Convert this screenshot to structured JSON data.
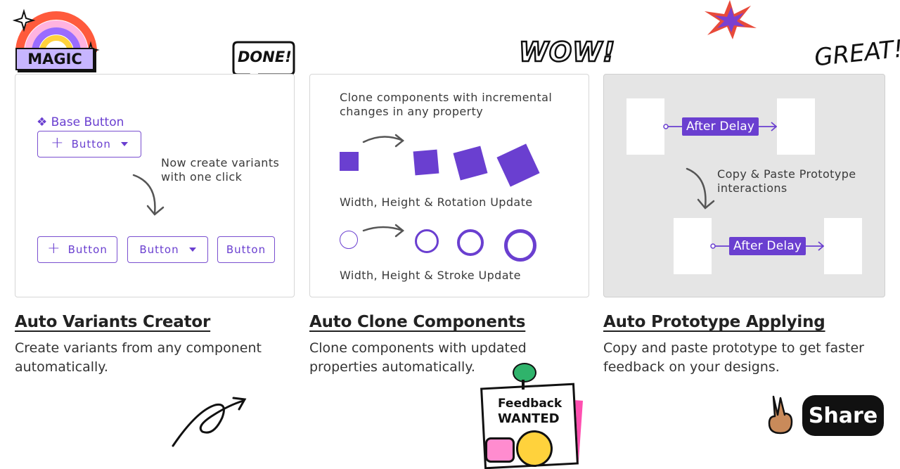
{
  "stickers": {
    "magic": "MAGIC",
    "done": "DONE!",
    "wow": "WOW!",
    "great": "GREAT!",
    "feedback_line1": "Feedback",
    "feedback_line2": "WANTED",
    "share": "Share"
  },
  "card1": {
    "base_label": "❖ Base Button",
    "base_button": "Button",
    "note": "Now create variants with one click",
    "variants": [
      "Button",
      "Button",
      "Button"
    ]
  },
  "card2": {
    "intro": "Clone components with incremental changes in any property",
    "caption1": "Width, Height & Rotation Update",
    "caption2": "Width, Height & Stroke Update"
  },
  "card3": {
    "pill1": "After Delay",
    "pill2": "After Delay",
    "note": "Copy & Paste Prototype interactions"
  },
  "features": [
    {
      "title": "Auto Variants Creator",
      "desc": "Create variants from any component automatically."
    },
    {
      "title": "Auto Clone Components",
      "desc": "Clone components with updated properties automatically."
    },
    {
      "title": "Auto Prototype Applying",
      "desc": "Copy and paste prototype to get faster feedback on your designs."
    }
  ],
  "colors": {
    "accent": "#6a3fd0",
    "sticker_pink": "#ff4fb0",
    "pin_green": "#2fb36b"
  }
}
